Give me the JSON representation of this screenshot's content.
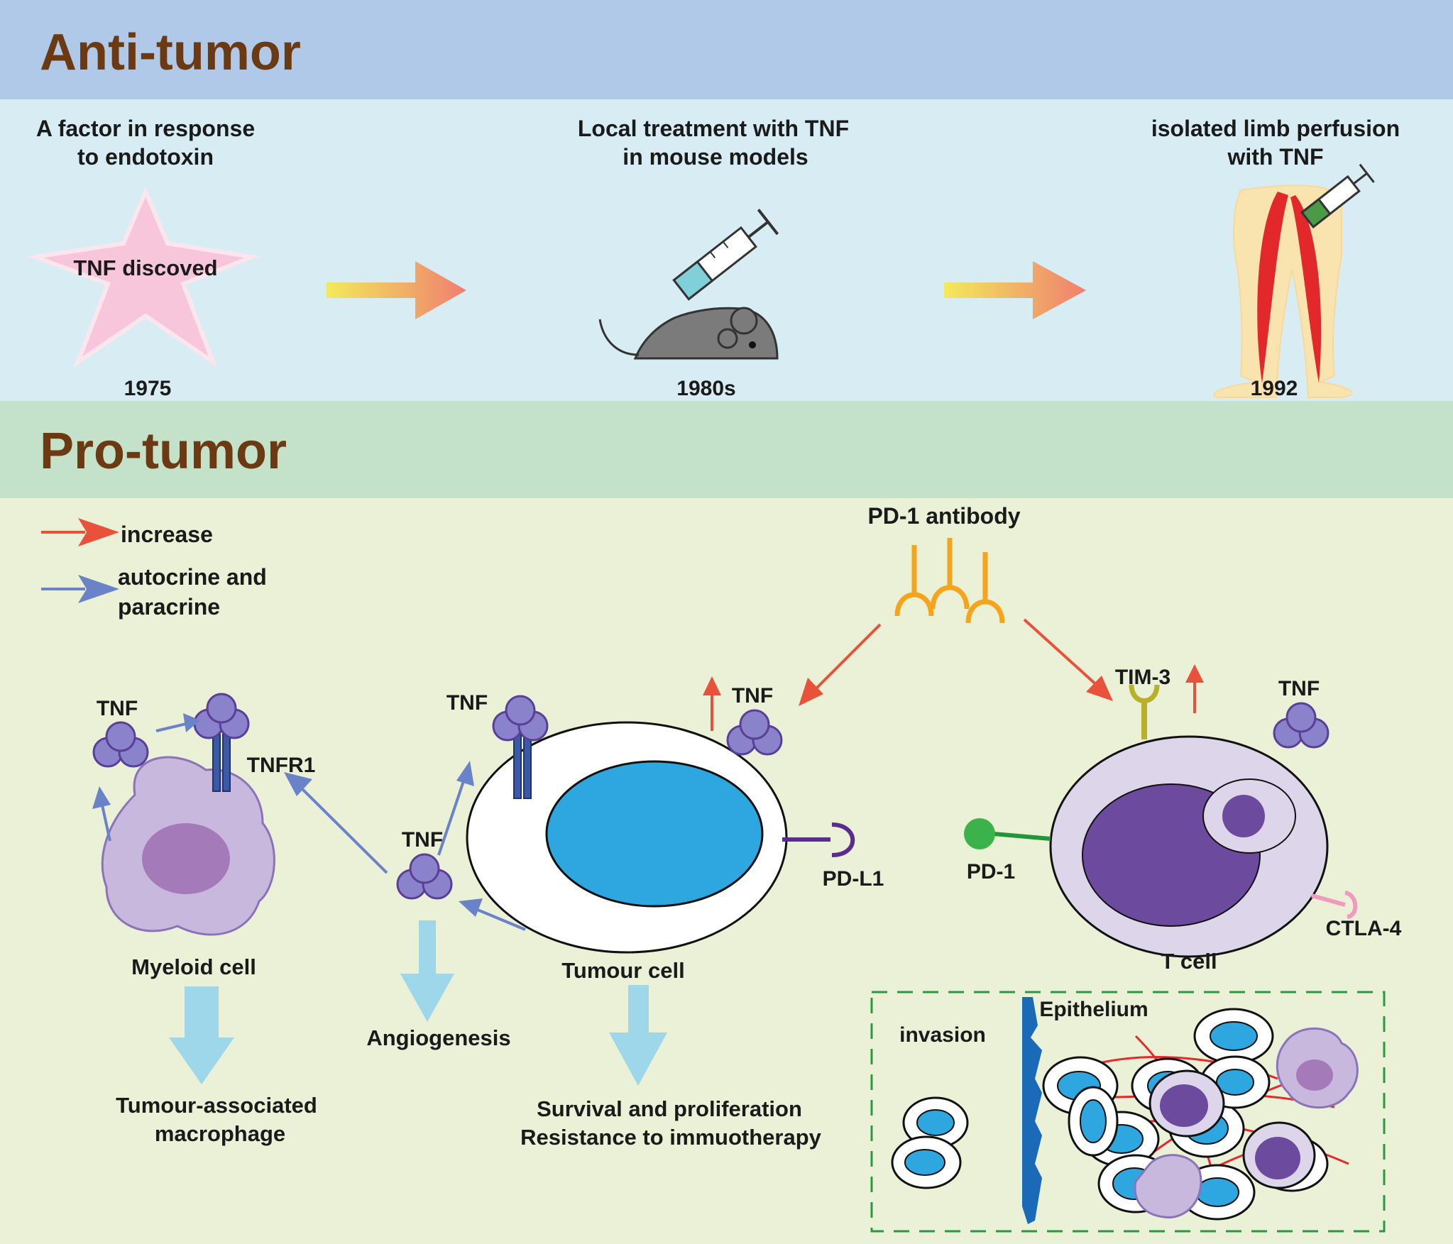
{
  "anti_tumor": {
    "title": "Anti-tumor",
    "events": [
      {
        "caption_line1": "A factor in response",
        "caption_line2": "to endotoxin",
        "badge": "TNF discoved",
        "year": "1975"
      },
      {
        "caption_line1": "Local treatment with TNF",
        "caption_line2": "in mouse models",
        "year": "1980s"
      },
      {
        "caption_line1": "isolated limb perfusion",
        "caption_line2": "with TNF",
        "year": "1992"
      }
    ]
  },
  "pro_tumor": {
    "title": "Pro-tumor",
    "legend": {
      "increase": "increase",
      "autocrine_line1": "autocrine and",
      "autocrine_line2": "paracrine"
    },
    "labels": {
      "pd1_antibody": "PD-1 antibody",
      "tnf": "TNF",
      "tnfr1": "TNFR1",
      "tim3": "TIM-3",
      "pdl1": "PD-L1",
      "pd1": "PD-1",
      "ctla4": "CTLA-4",
      "myeloid_cell": "Myeloid cell",
      "tumour_cell": "Tumour cell",
      "t_cell": "T cell",
      "angiogenesis": "Angiogenesis",
      "tam_line1": "Tumour-associated",
      "tam_line2": "macrophage",
      "outcome_line1": "Survival and proliferation",
      "outcome_line2": "Resistance to immuotherapy",
      "invasion": "invasion",
      "epithelium": "Epithelium"
    }
  },
  "colors": {
    "anti_header_bg": "#b0c9e8",
    "anti_body_bg": "#d8edf3",
    "pro_header_bg": "#c3e2c9",
    "pro_body_bg": "#eaf1d6",
    "header_text": "#6b3a12",
    "red_arrow": "#e8513a",
    "blue_arrow": "#6a82c8",
    "tnf_purple": "#8a83cc",
    "receptor_blue": "#3a5aa8",
    "nucleus_blue": "#2ea6e0",
    "tcell_purple": "#6c4a9e",
    "star_pink": "#f7c6da",
    "down_arrow": "#9ed6ea"
  }
}
